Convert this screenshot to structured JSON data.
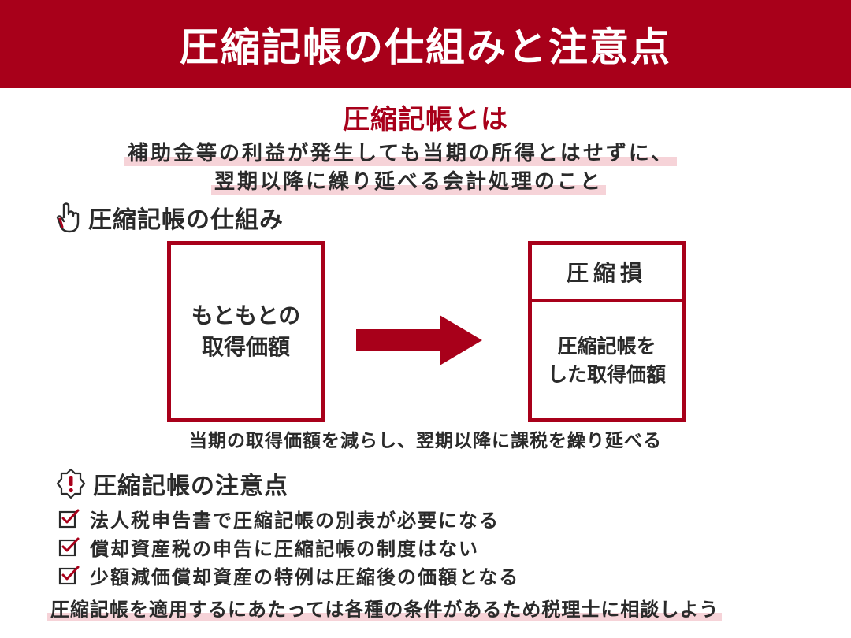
{
  "banner": {
    "title": "圧縮記帳の仕組みと注意点"
  },
  "definition": {
    "heading": "圧縮記帳とは",
    "line1": "補助金等の利益が発生しても当期の所得とはせずに、",
    "line2": "翌期以降に繰り延べる会計処理のこと"
  },
  "mechanism": {
    "title": "圧縮記帳の仕組み",
    "left_box": {
      "line1": "もともとの",
      "line2": "取得価額"
    },
    "right_box": {
      "top": "圧縮損",
      "bottom_line1": "圧縮記帳を",
      "bottom_line2": "した取得価額"
    },
    "caption": "当期の取得価額を減らし、翌期以降に課税を繰り延べる"
  },
  "caution": {
    "title": "圧縮記帳の注意点",
    "items": [
      "法人税申告書で圧縮記帳の別表が必要になる",
      "償却資産税の申告に圧縮記帳の制度はない",
      "少額減価償却資産の特例は圧縮後の価額となる"
    ]
  },
  "footer": "圧縮記帳を適用するにあたっては各種の条件があるため税理士に相談しよう",
  "colors": {
    "accent": "#a8001a",
    "highlight": "#f6d3d8",
    "text": "#2a2a2a"
  },
  "icons": {
    "mechanism": "pointing-hand-icon",
    "caution": "exclamation-badge-icon",
    "check": "checkbox-checked-icon"
  }
}
